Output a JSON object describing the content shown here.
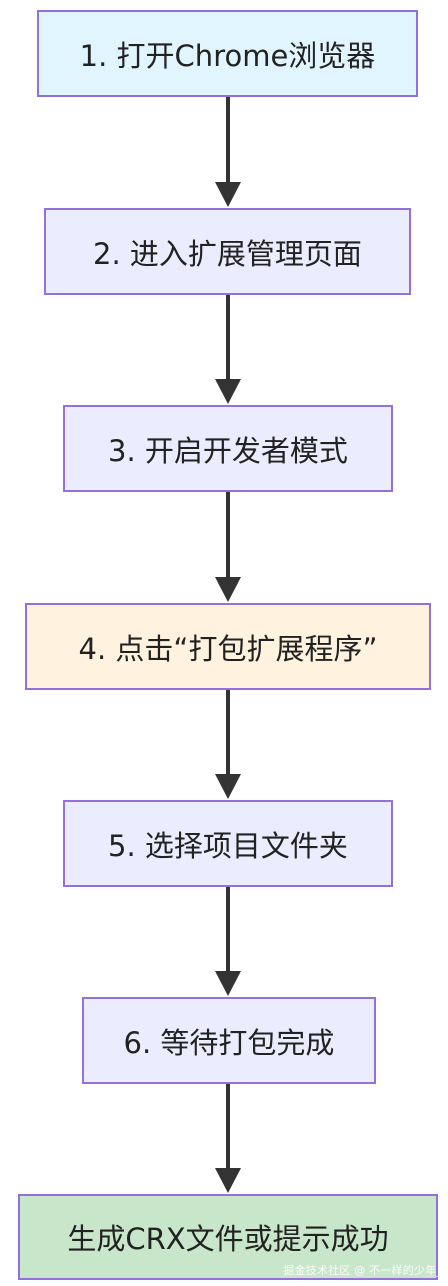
{
  "nodes": [
    {
      "id": "n1",
      "label": "1. 打开Chrome浏览器",
      "fill": "#e1f5fe",
      "stroke": "#9370db"
    },
    {
      "id": "n2",
      "label": "2. 进入扩展管理页面",
      "fill": "#ececff",
      "stroke": "#9370db"
    },
    {
      "id": "n3",
      "label": "3. 开启开发者模式",
      "fill": "#ececff",
      "stroke": "#9370db"
    },
    {
      "id": "n4",
      "label": "4. 点击“打包扩展程序”",
      "fill": "#fff3e0",
      "stroke": "#9370db"
    },
    {
      "id": "n5",
      "label": "5. 选择项目文件夹",
      "fill": "#ececff",
      "stroke": "#9370db"
    },
    {
      "id": "n6",
      "label": "6. 等待打包完成",
      "fill": "#ececff",
      "stroke": "#9370db"
    },
    {
      "id": "n7",
      "label": "生成CRX文件或提示成功",
      "fill": "#c8e6c9",
      "stroke": "#9370db"
    }
  ],
  "edges": [
    {
      "from": "n1",
      "to": "n2"
    },
    {
      "from": "n2",
      "to": "n3"
    },
    {
      "from": "n3",
      "to": "n4"
    },
    {
      "from": "n4",
      "to": "n5"
    },
    {
      "from": "n5",
      "to": "n6"
    },
    {
      "from": "n6",
      "to": "n7"
    }
  ],
  "watermark": "掘金技术社区 @ 不一样的少年_",
  "colors": {
    "edge": "#333333"
  }
}
